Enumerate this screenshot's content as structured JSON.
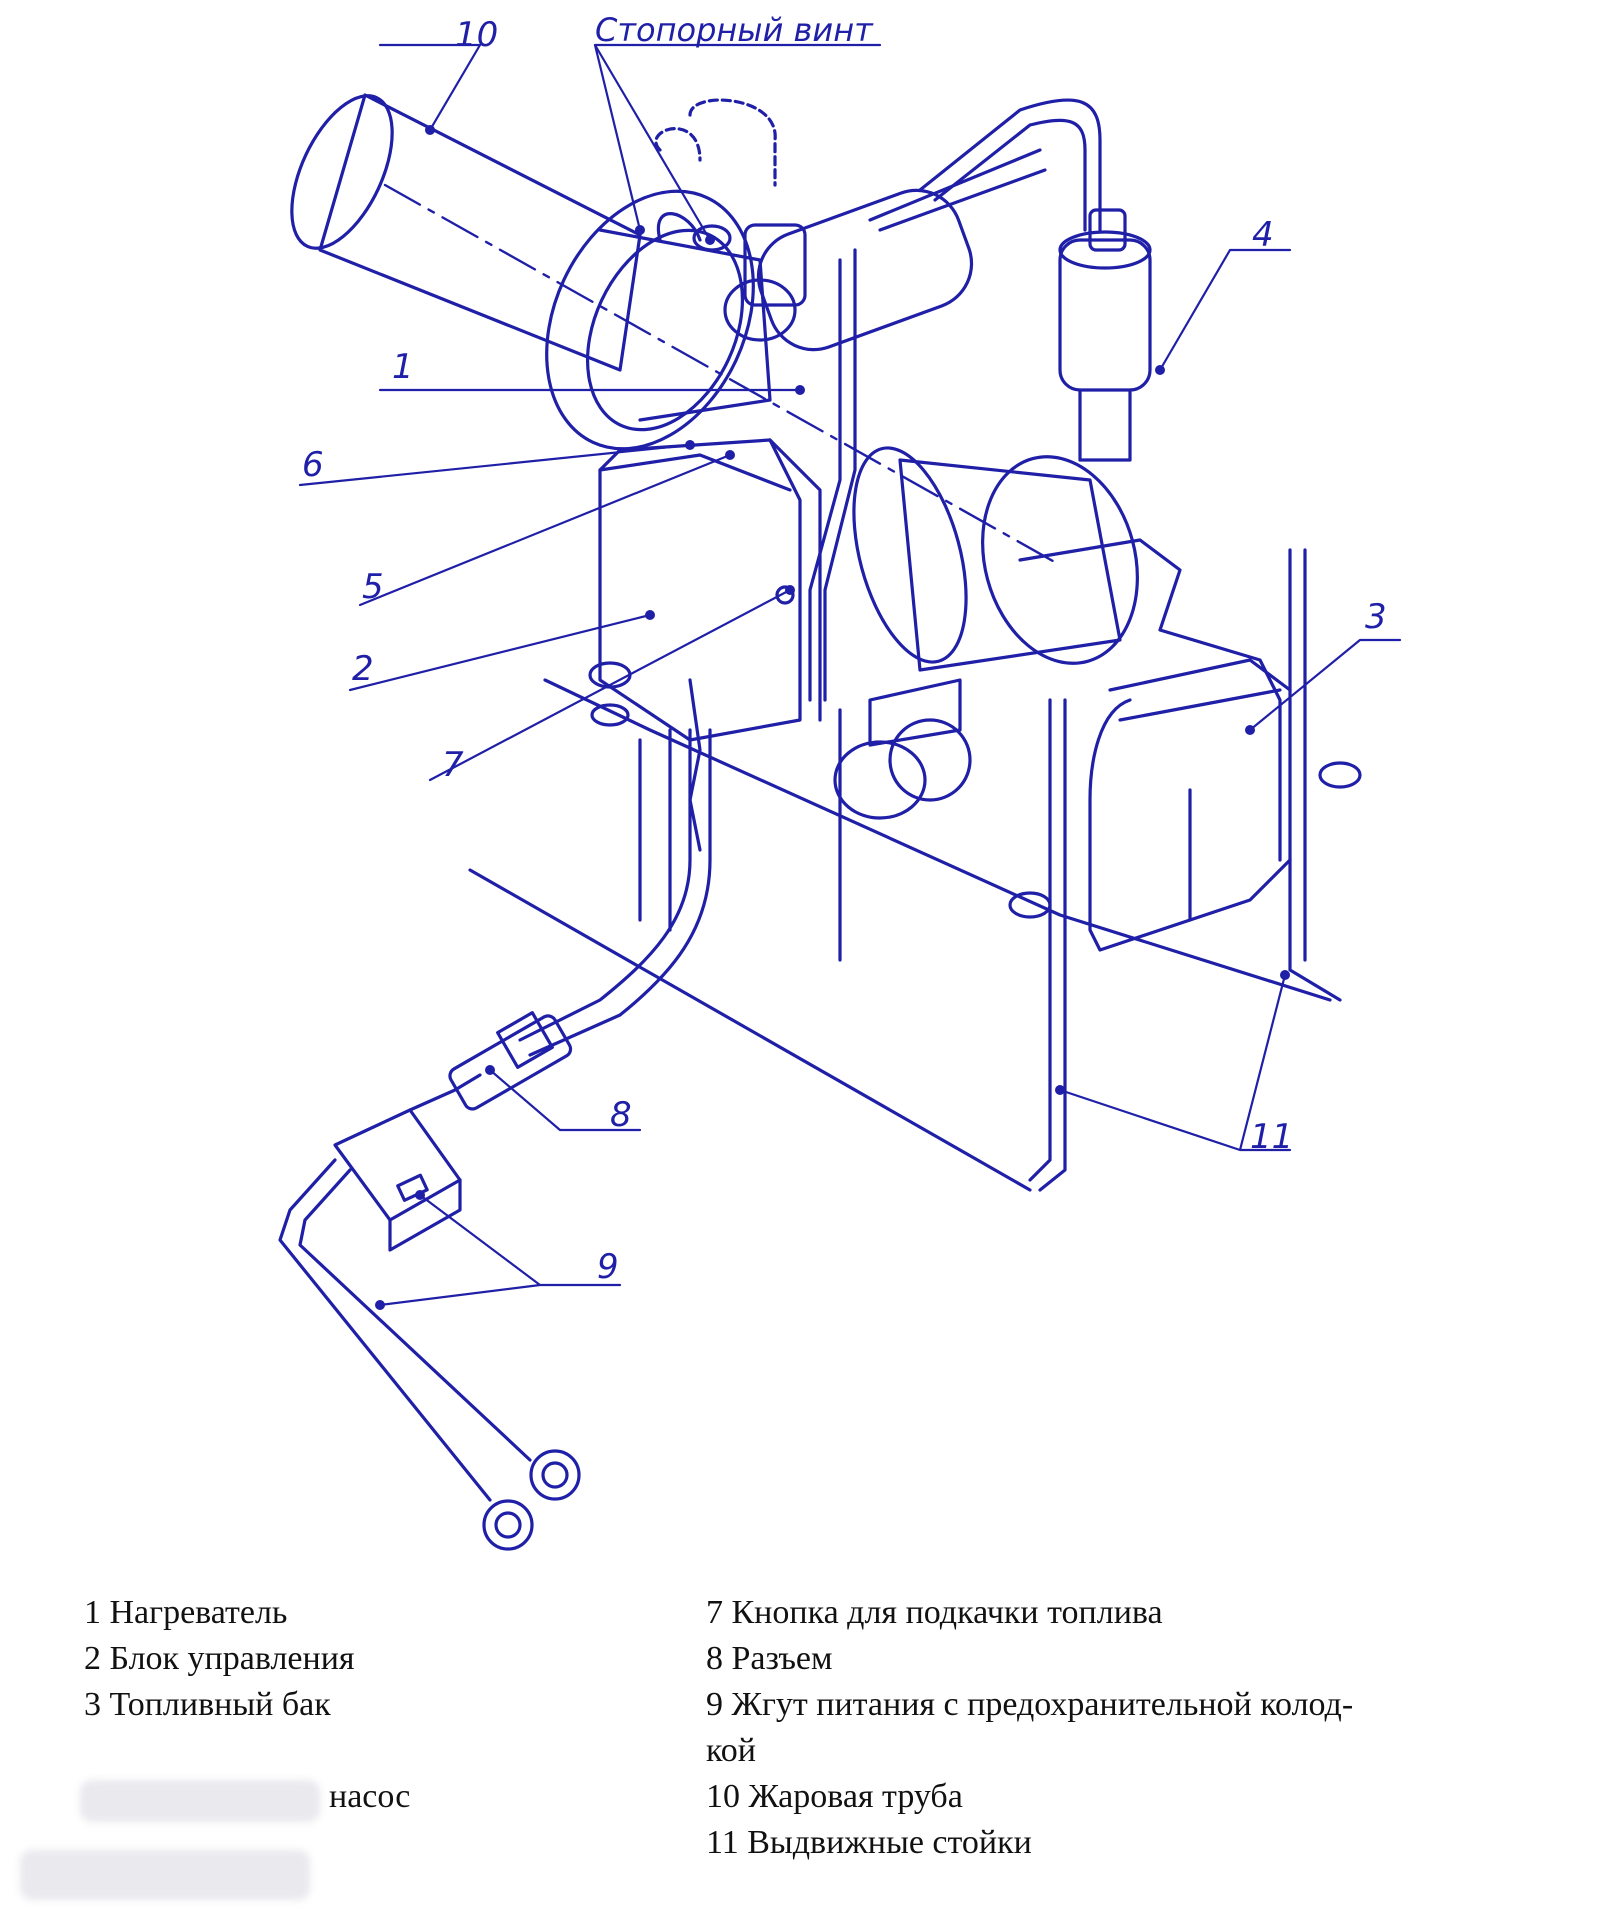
{
  "callouts": {
    "c10": "10",
    "stop_screw": "Стопорный винт",
    "c4": "4",
    "c1": "1",
    "c6": "6",
    "c5": "5",
    "c2": "2",
    "c7": "7",
    "c3": "3",
    "c8": "8",
    "c11": "11",
    "c9": "9"
  },
  "legend": {
    "left": [
      "1 Нагреватель",
      "2 Блок управления",
      "3 Топливный бак",
      "насос"
    ],
    "right": [
      "7 Кнопка для подкачки топлива",
      "8 Разъем",
      "9 Жгут питания с предохранительной колод-",
      "кой",
      "10 Жаровая труба",
      "11 Выдвижные стойки"
    ]
  },
  "colors": {
    "line": "#1f1fa8",
    "text": "#111111",
    "background": "#ffffff"
  }
}
